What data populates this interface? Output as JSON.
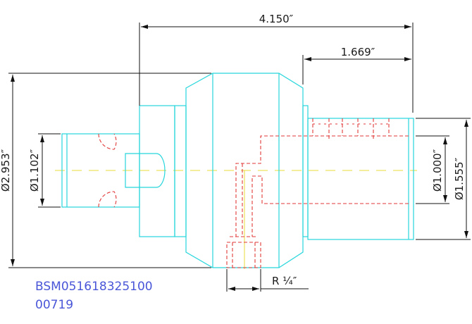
{
  "dimensions": {
    "overall_length": "4.150″",
    "shank_length": "1.669″",
    "body_diameter": "Ø2.953″",
    "left_diameter": "Ø1.102″",
    "bore_diameter": "Ø1.000″",
    "shank_diameter": "Ø1.555″",
    "port_thread": "R ¼″"
  },
  "part": {
    "number": "BSM051618325100",
    "code": "00719"
  },
  "colors": {
    "outline": "#27d6dc",
    "hidden": "#e23a3a",
    "centerline": "#e8dc3a",
    "dimension": "#111111",
    "part_text": "#4a56d8"
  }
}
